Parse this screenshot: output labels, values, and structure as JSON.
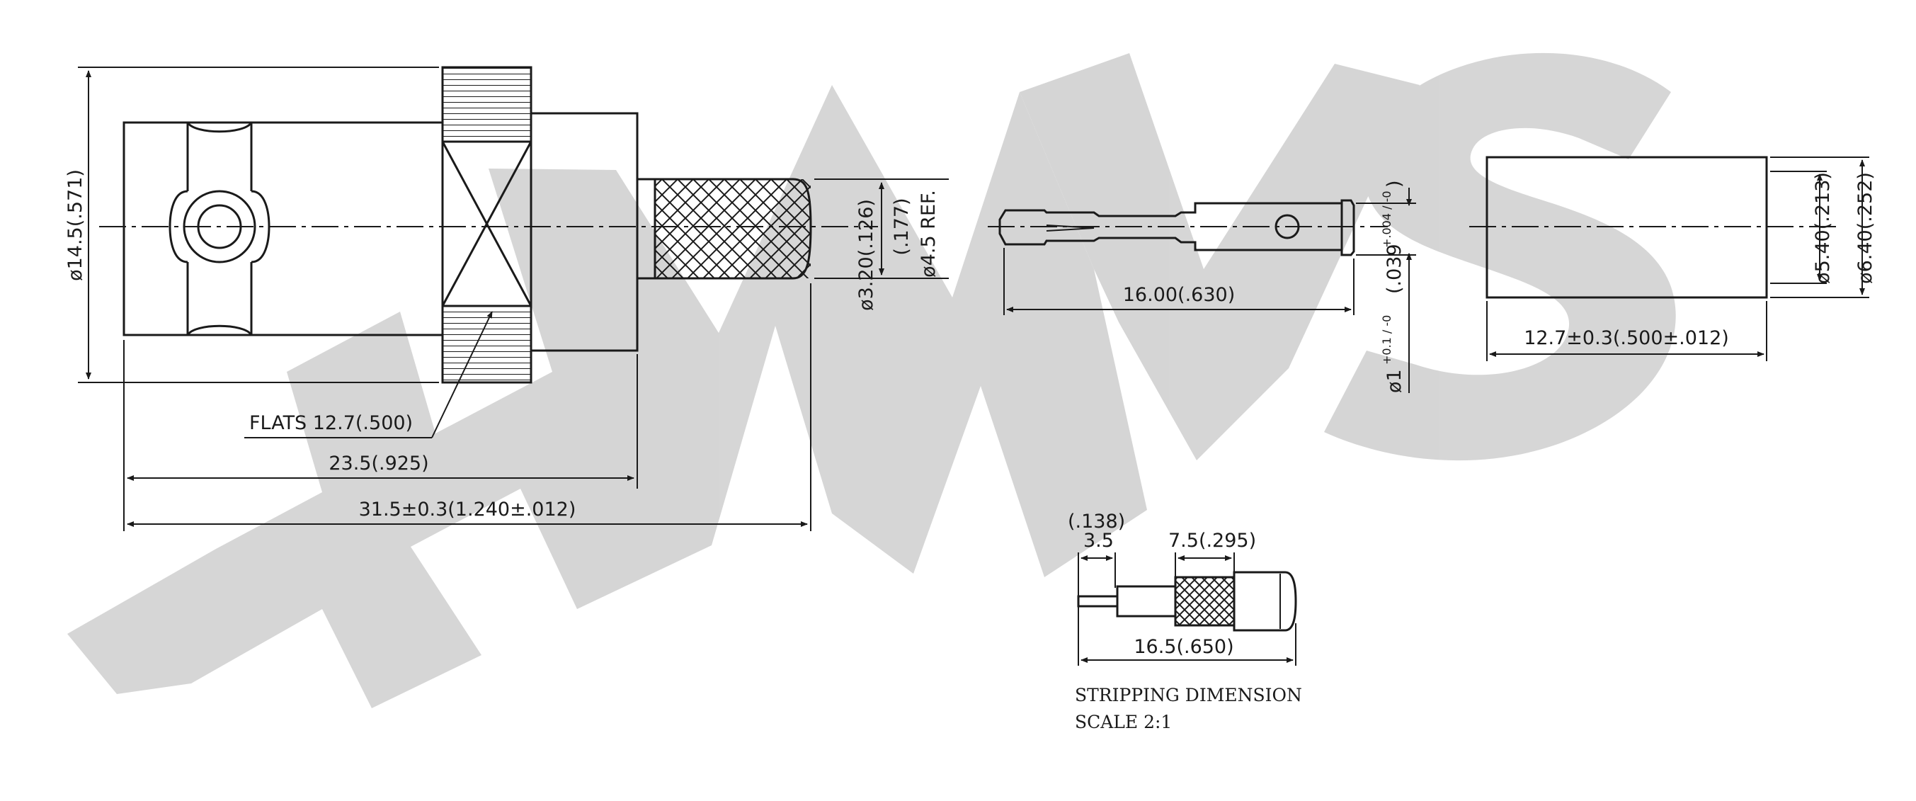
{
  "watermark": "HMWS",
  "colors": {
    "line": "#1a1a1a",
    "watermark": "#c8c8c8",
    "background": "#ffffff"
  },
  "connector": {
    "dia_outer": "ø14.5(.571)",
    "flats": "FLATS 12.7(.500)",
    "len_body": "23.5(.925)",
    "len_total": "31.5±0.3(1.240±.012)",
    "dia_crimp_a": "ø3.20(.126)",
    "dia_crimp_b": "(.177)",
    "dia_crimp_c": "ø4.5 REF."
  },
  "pin": {
    "length": "16.00(.630)",
    "dia": "ø1",
    "dia_tol": "+0.1 / -0",
    "dia_inch": "(.039",
    "dia_inch_tol": "+.004 / -0",
    "dia_close": ")"
  },
  "ferrule": {
    "length": "12.7±0.3(.500±.012)",
    "dia_inner": "ø5.40(.213)",
    "dia_outer": "ø6.40(.252)"
  },
  "stripping": {
    "dim_a_inch": "(.138)",
    "dim_a": "3.5",
    "dim_b": "7.5(.295)",
    "dim_total": "16.5(.650)",
    "title": "STRIPPING DIMENSION",
    "scale": "SCALE 2:1"
  }
}
